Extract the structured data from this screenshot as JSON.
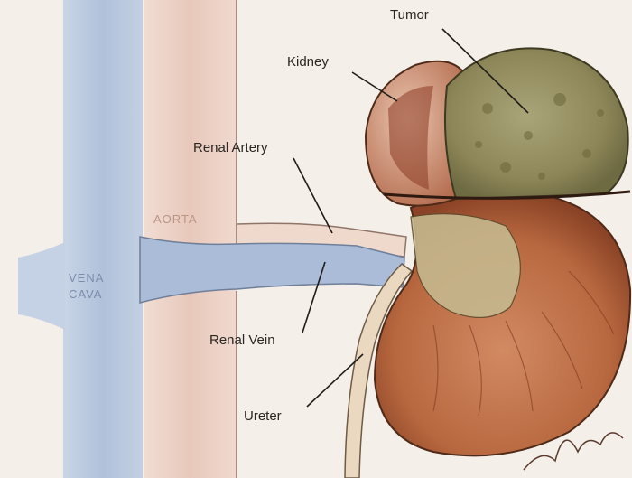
{
  "labels": {
    "tumor": "Tumor",
    "kidney": "Kidney",
    "renal_artery": "Renal Artery",
    "aorta": "AORTA",
    "vena_cava_line1": "VENA",
    "vena_cava_line2": "CAVA",
    "renal_vein": "Renal Vein",
    "ureter": "Ureter"
  },
  "colors": {
    "background": "#f4efe9",
    "vena_cava": "#b4c4dc",
    "aorta": "#ecd2c8",
    "kidney": "#c27652",
    "tumor": "#9a9466",
    "vessel_label": "#7b8cab",
    "aorta_label": "#b99584"
  }
}
